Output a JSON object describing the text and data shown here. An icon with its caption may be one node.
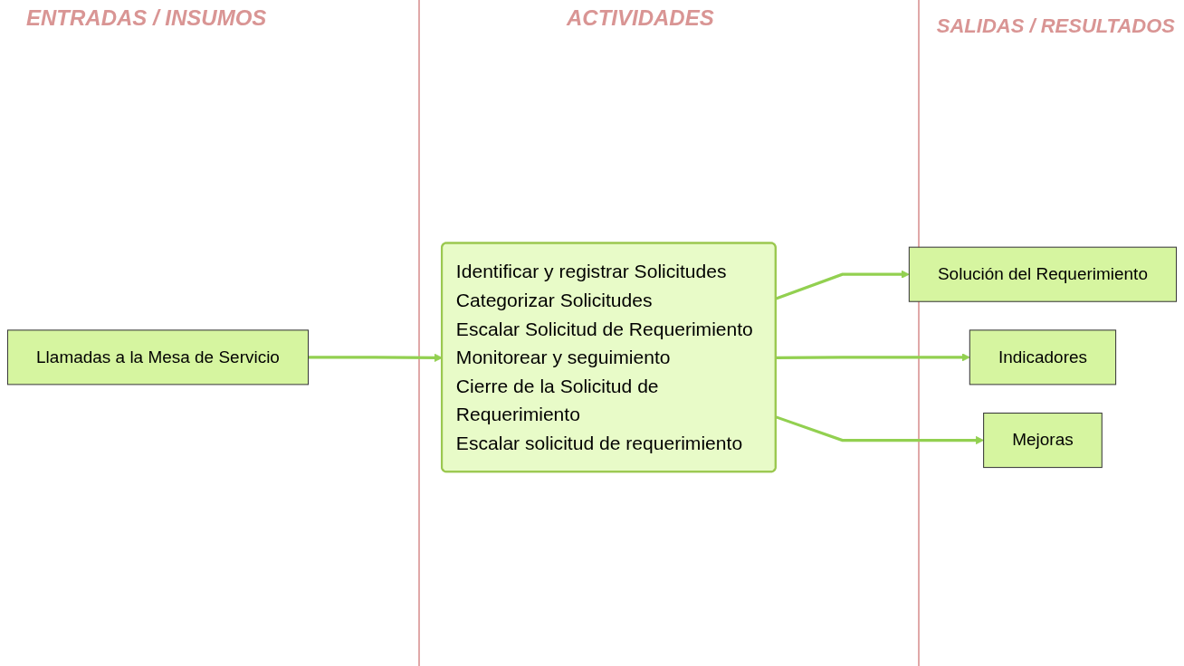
{
  "diagram": {
    "nodes": [
      {
        "text": [
          "Llamadas a la Mesa de Servicio"
        ]
      },
      {
        "text": [
          "Identificar y registrar Solicitudes",
          "Categorizar Solicitudes",
          "Escalar Solicitud de Requerimiento",
          "Monitorear y seguimiento",
          "Cierre de la Solicitud de Requerimiento",
          "Escalar solicitud de requerimiento"
        ]
      },
      {
        "text": [
          "Solución del Requerimiento"
        ]
      },
      {
        "text": [
          "Indicadores"
        ]
      },
      {
        "text": [
          "Mejoras"
        ]
      }
    ],
    "edges": [
      {
        "from": 0,
        "to": 1,
        "arrow": "to"
      },
      {
        "from": 1,
        "to": 2,
        "arrow": "to"
      },
      {
        "from": 1,
        "to": 3,
        "arrow": "to"
      },
      {
        "from": 1,
        "to": 4,
        "arrow": "to"
      }
    ],
    "labels": [
      "ENTRADAS / INSUMOS",
      "ACTIVIDADES",
      "SALIDAS / RESULTADOS"
    ]
  }
}
